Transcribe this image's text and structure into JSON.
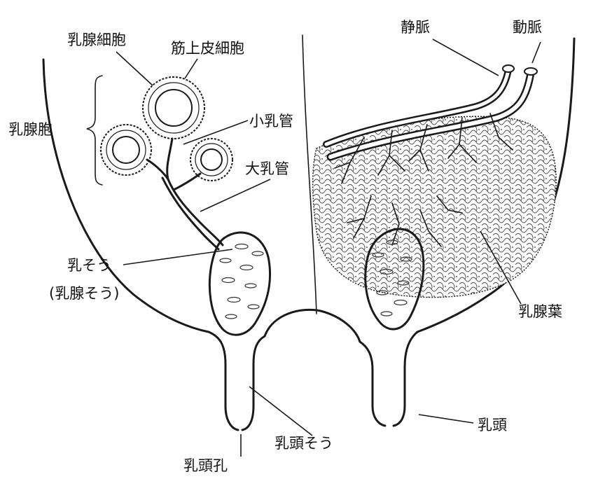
{
  "labels": {
    "mammary_gland_cell": "乳腺細胞",
    "myoepithelial_cell": "筋上皮細胞",
    "alveolus": "乳腺胞",
    "small_duct": "小乳管",
    "large_duct": "大乳管",
    "lactiferous_sinus": "乳そう",
    "lactiferous_sinus_alt": "(乳腺そう)",
    "vein": "静脈",
    "artery": "動脈",
    "mammary_lobe": "乳腺葉",
    "teat": "乳頭",
    "teat_canal_opening": "乳頭孔",
    "teat_cistern": "乳頭そう"
  },
  "colors": {
    "ink": "#1a1a1a",
    "background": "#ffffff"
  }
}
